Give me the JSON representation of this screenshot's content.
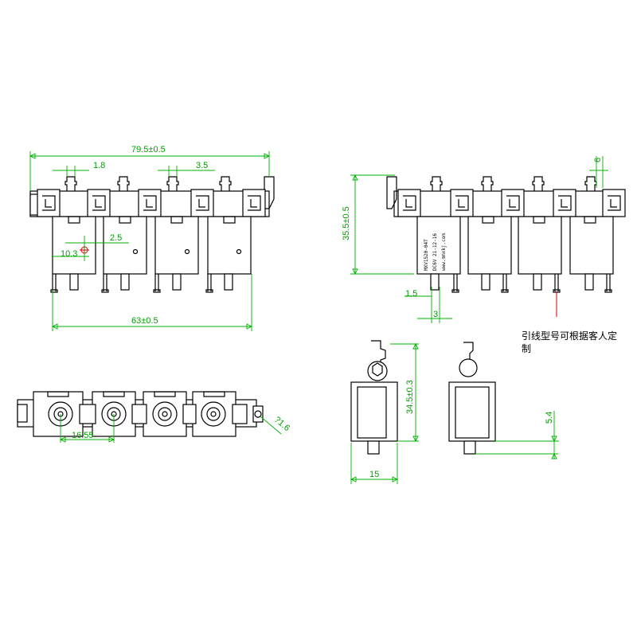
{
  "colors": {
    "line": "#000000",
    "dimension": "#00a000",
    "leader": "#e00000",
    "background": "#ffffff"
  },
  "front_view": {
    "dim_overall_width": "79.5±0.5",
    "dim_barb_width": "1.8",
    "dim_barb_gap": "3.5",
    "dim_pin_offset": "2.5",
    "dim_hole_offset": "10.3",
    "dim_body_span": "63±0.5"
  },
  "rear_view": {
    "dim_height": "35.5±0.5",
    "dim_barb_width": "6",
    "dim_pin_width": "1.5",
    "dim_pin_spacing": "3",
    "label_lines": [
      "MXV1520-04T",
      "DC6V 21-12-16",
      "www.mmxkj.com"
    ],
    "note": "引线型号可根据客人定制"
  },
  "top_view": {
    "dim_pitch": "16.55",
    "dim_fitting_dia": "?1.6"
  },
  "side_view": {
    "dim_height": "34.5±0.3",
    "dim_width": "15",
    "dim_stem_length": "5.4"
  }
}
